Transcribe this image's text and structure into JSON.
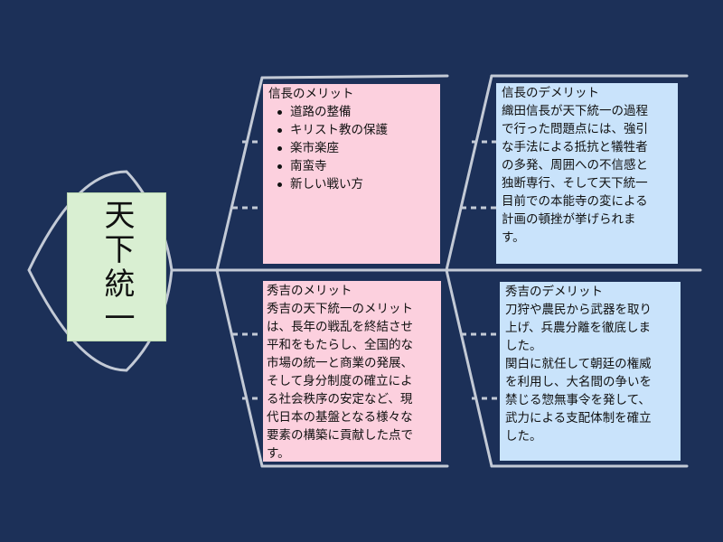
{
  "head": {
    "title": "天下統一"
  },
  "boxes": {
    "nobunaga_merit": {
      "title": "信長のメリット",
      "items": [
        "道路の整備",
        "キリスト教の保護",
        "楽市楽座",
        "南蛮寺",
        "新しい戦い方"
      ]
    },
    "nobunaga_demerit": {
      "title": "信長のデメリット",
      "body": "織田信長が天下統一の過程\nで行った問題点には、強引\nな手法による抵抗と犠牲者\nの多発、周囲への不信感と\n独断専行、そして天下統一\n目前での本能寺の変による\n計画の頓挫が挙げられま\nす。"
    },
    "hideyoshi_merit": {
      "title": "秀吉のメリット",
      "body": "秀吉の天下統一のメリット\nは、長年の戦乱を終結させ\n平和をもたらし、全国的な\n市場の統一と商業の発展、\nそして身分制度の確立によ\nる社会秩序の安定など、現\n代日本の基盤となる様々な\n要素の構築に貢献した点で\nす。"
    },
    "hideyoshi_demerit": {
      "title": "秀吉のデメリット",
      "body": "刀狩や農民から武器を取り\n上げ、兵農分離を徹底しま\nした。\n関白に就任して朝廷の権威\nを利用し、大名間の争いを\n禁じる惣無事令を発して、\n武力による支配体制を確立\nした。"
    }
  },
  "colors": {
    "background": "#1c3058",
    "bone": "#c3cad6",
    "head_fill": "#d9efd2",
    "merit_fill": "#fcd0de",
    "demerit_fill": "#c9e3fb"
  }
}
